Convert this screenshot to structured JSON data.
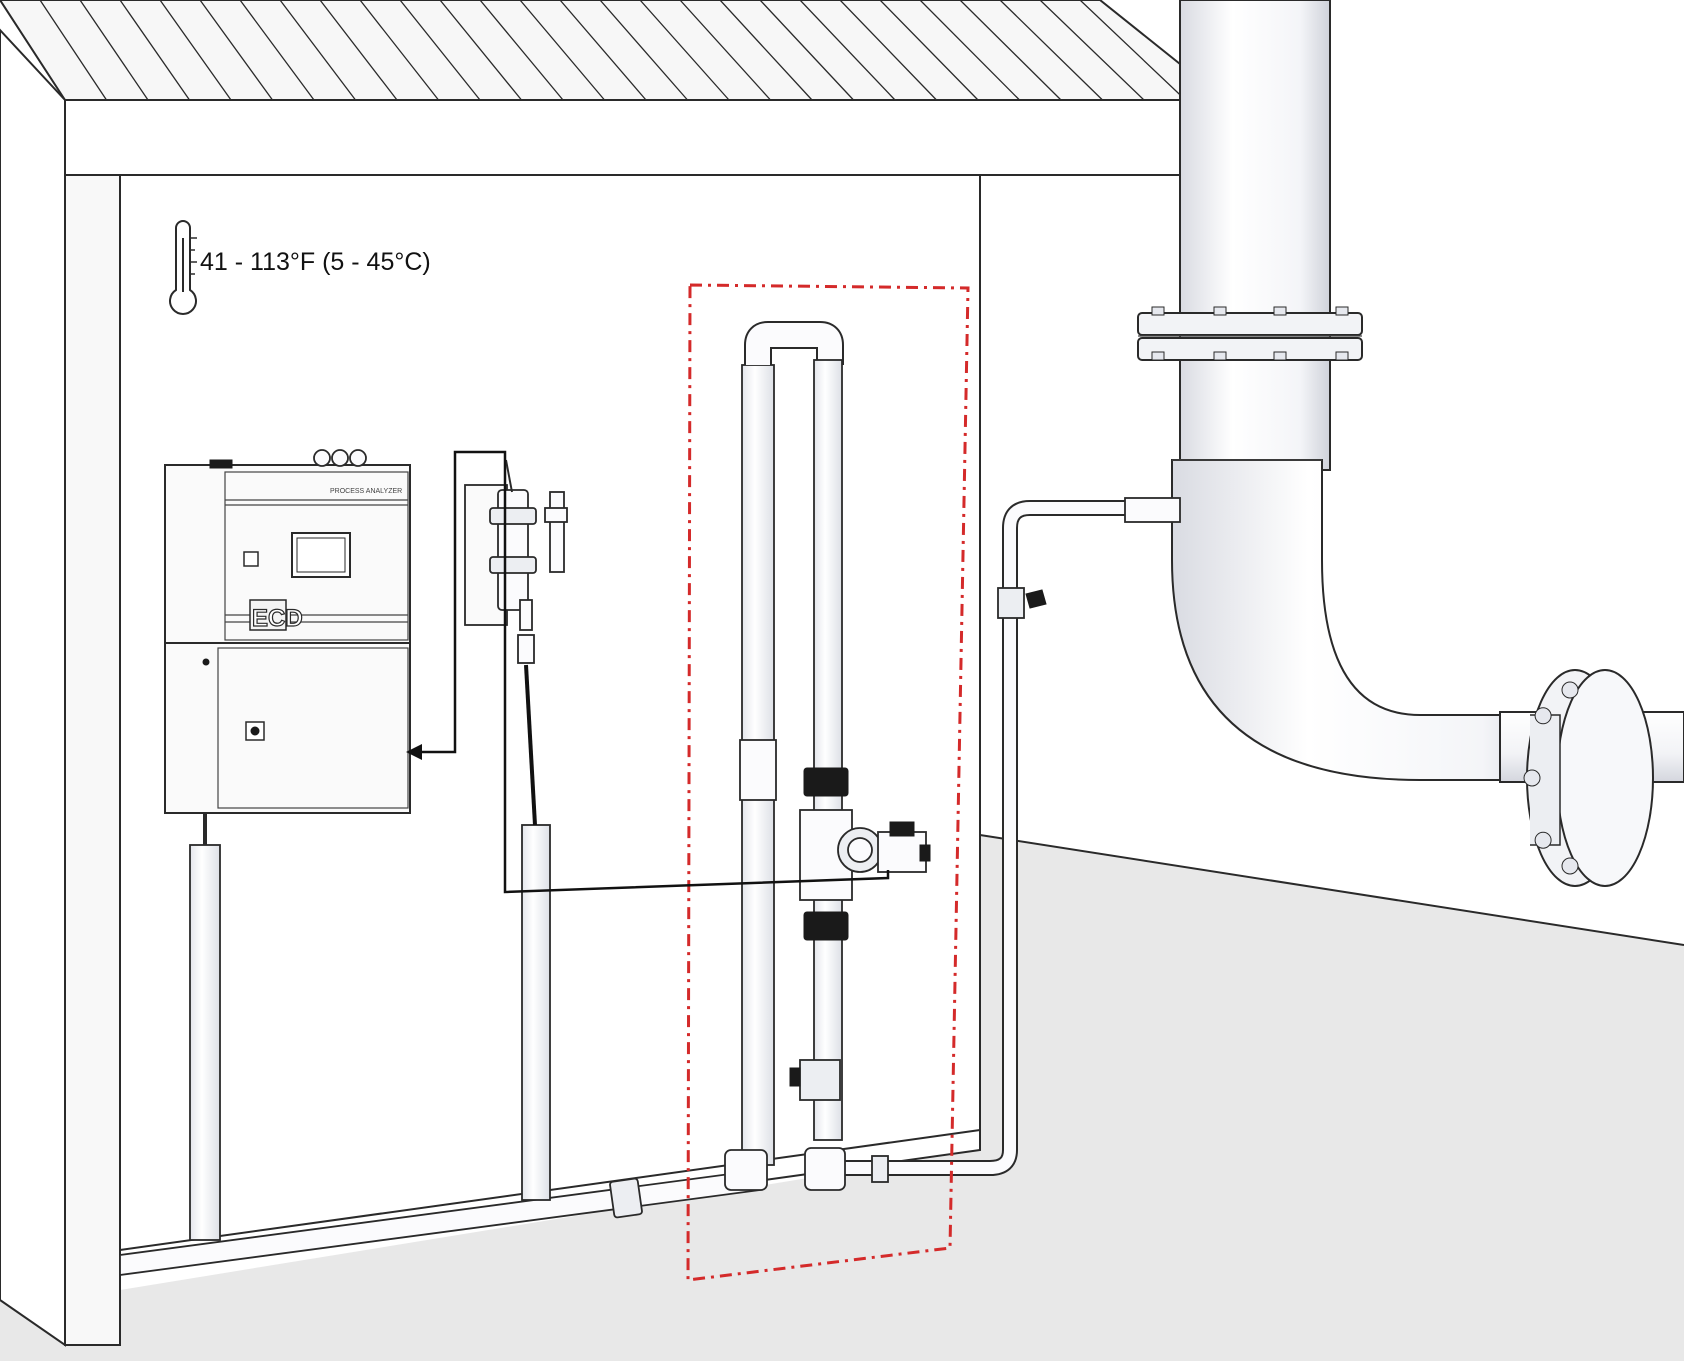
{
  "temperature_label": "41 - 113°F (5 - 45°C)",
  "analyzer": {
    "panel_label": "PROCESS ANALYZER",
    "logo_text": "ECD"
  },
  "colors": {
    "highlight_box": "#d42a2a",
    "floor": "#e8e8e8",
    "line": "#2a2a2a",
    "cable": "#111111"
  },
  "icons": [
    "thermometer-icon",
    "arrow-head-icon"
  ]
}
